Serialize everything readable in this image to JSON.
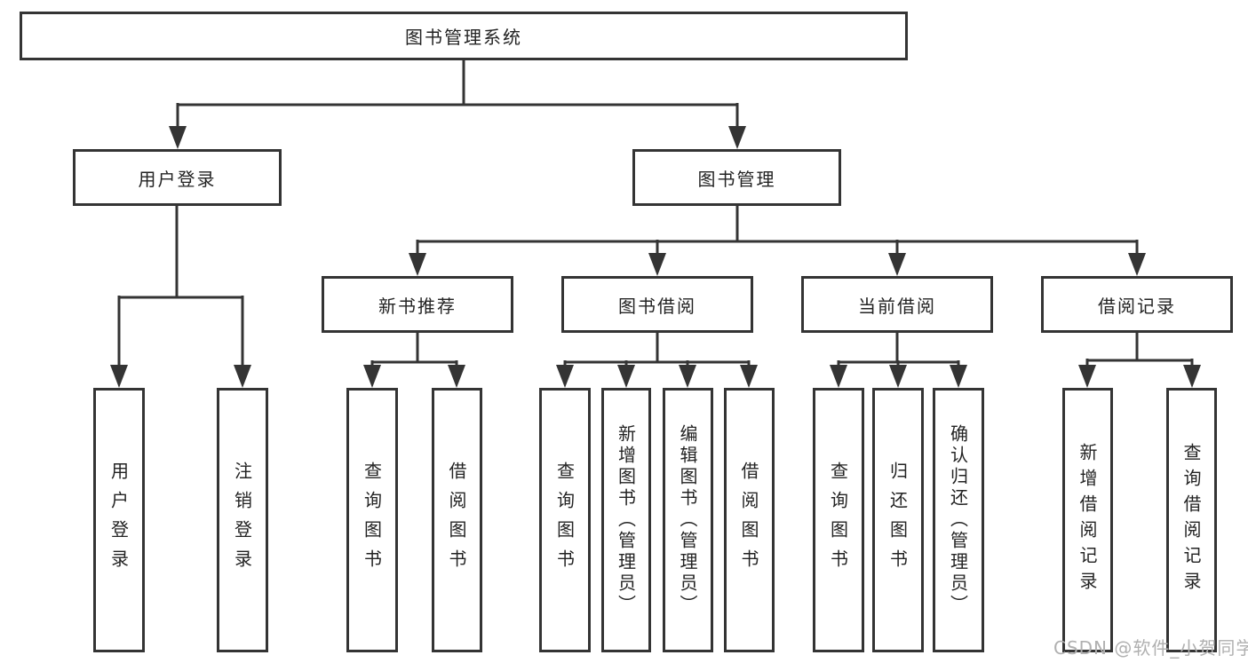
{
  "diagram": {
    "root": "图书管理系统",
    "branches": [
      {
        "label": "用户登录",
        "children": [
          "用户登录",
          "注销登录"
        ]
      },
      {
        "label": "图书管理",
        "sections": [
          {
            "label": "新书推荐",
            "children": [
              "查询图书",
              "借阅图书"
            ]
          },
          {
            "label": "图书借阅",
            "children": [
              "查询图书",
              "新增图书（管理员）",
              "编辑图书（管理员）",
              "借阅图书"
            ]
          },
          {
            "label": "当前借阅",
            "children": [
              "查询图书",
              "归还图书",
              "确认归还（管理员）"
            ]
          },
          {
            "label": "借阅记录",
            "children": [
              "新增借阅记录",
              "查询借阅记录"
            ]
          }
        ]
      }
    ]
  },
  "watermark": "CSDN @软件_小贺同学",
  "colors": {
    "line": "#343434",
    "text": "#232323",
    "watermark": "#b0b0b0",
    "background": "#ffffff"
  }
}
